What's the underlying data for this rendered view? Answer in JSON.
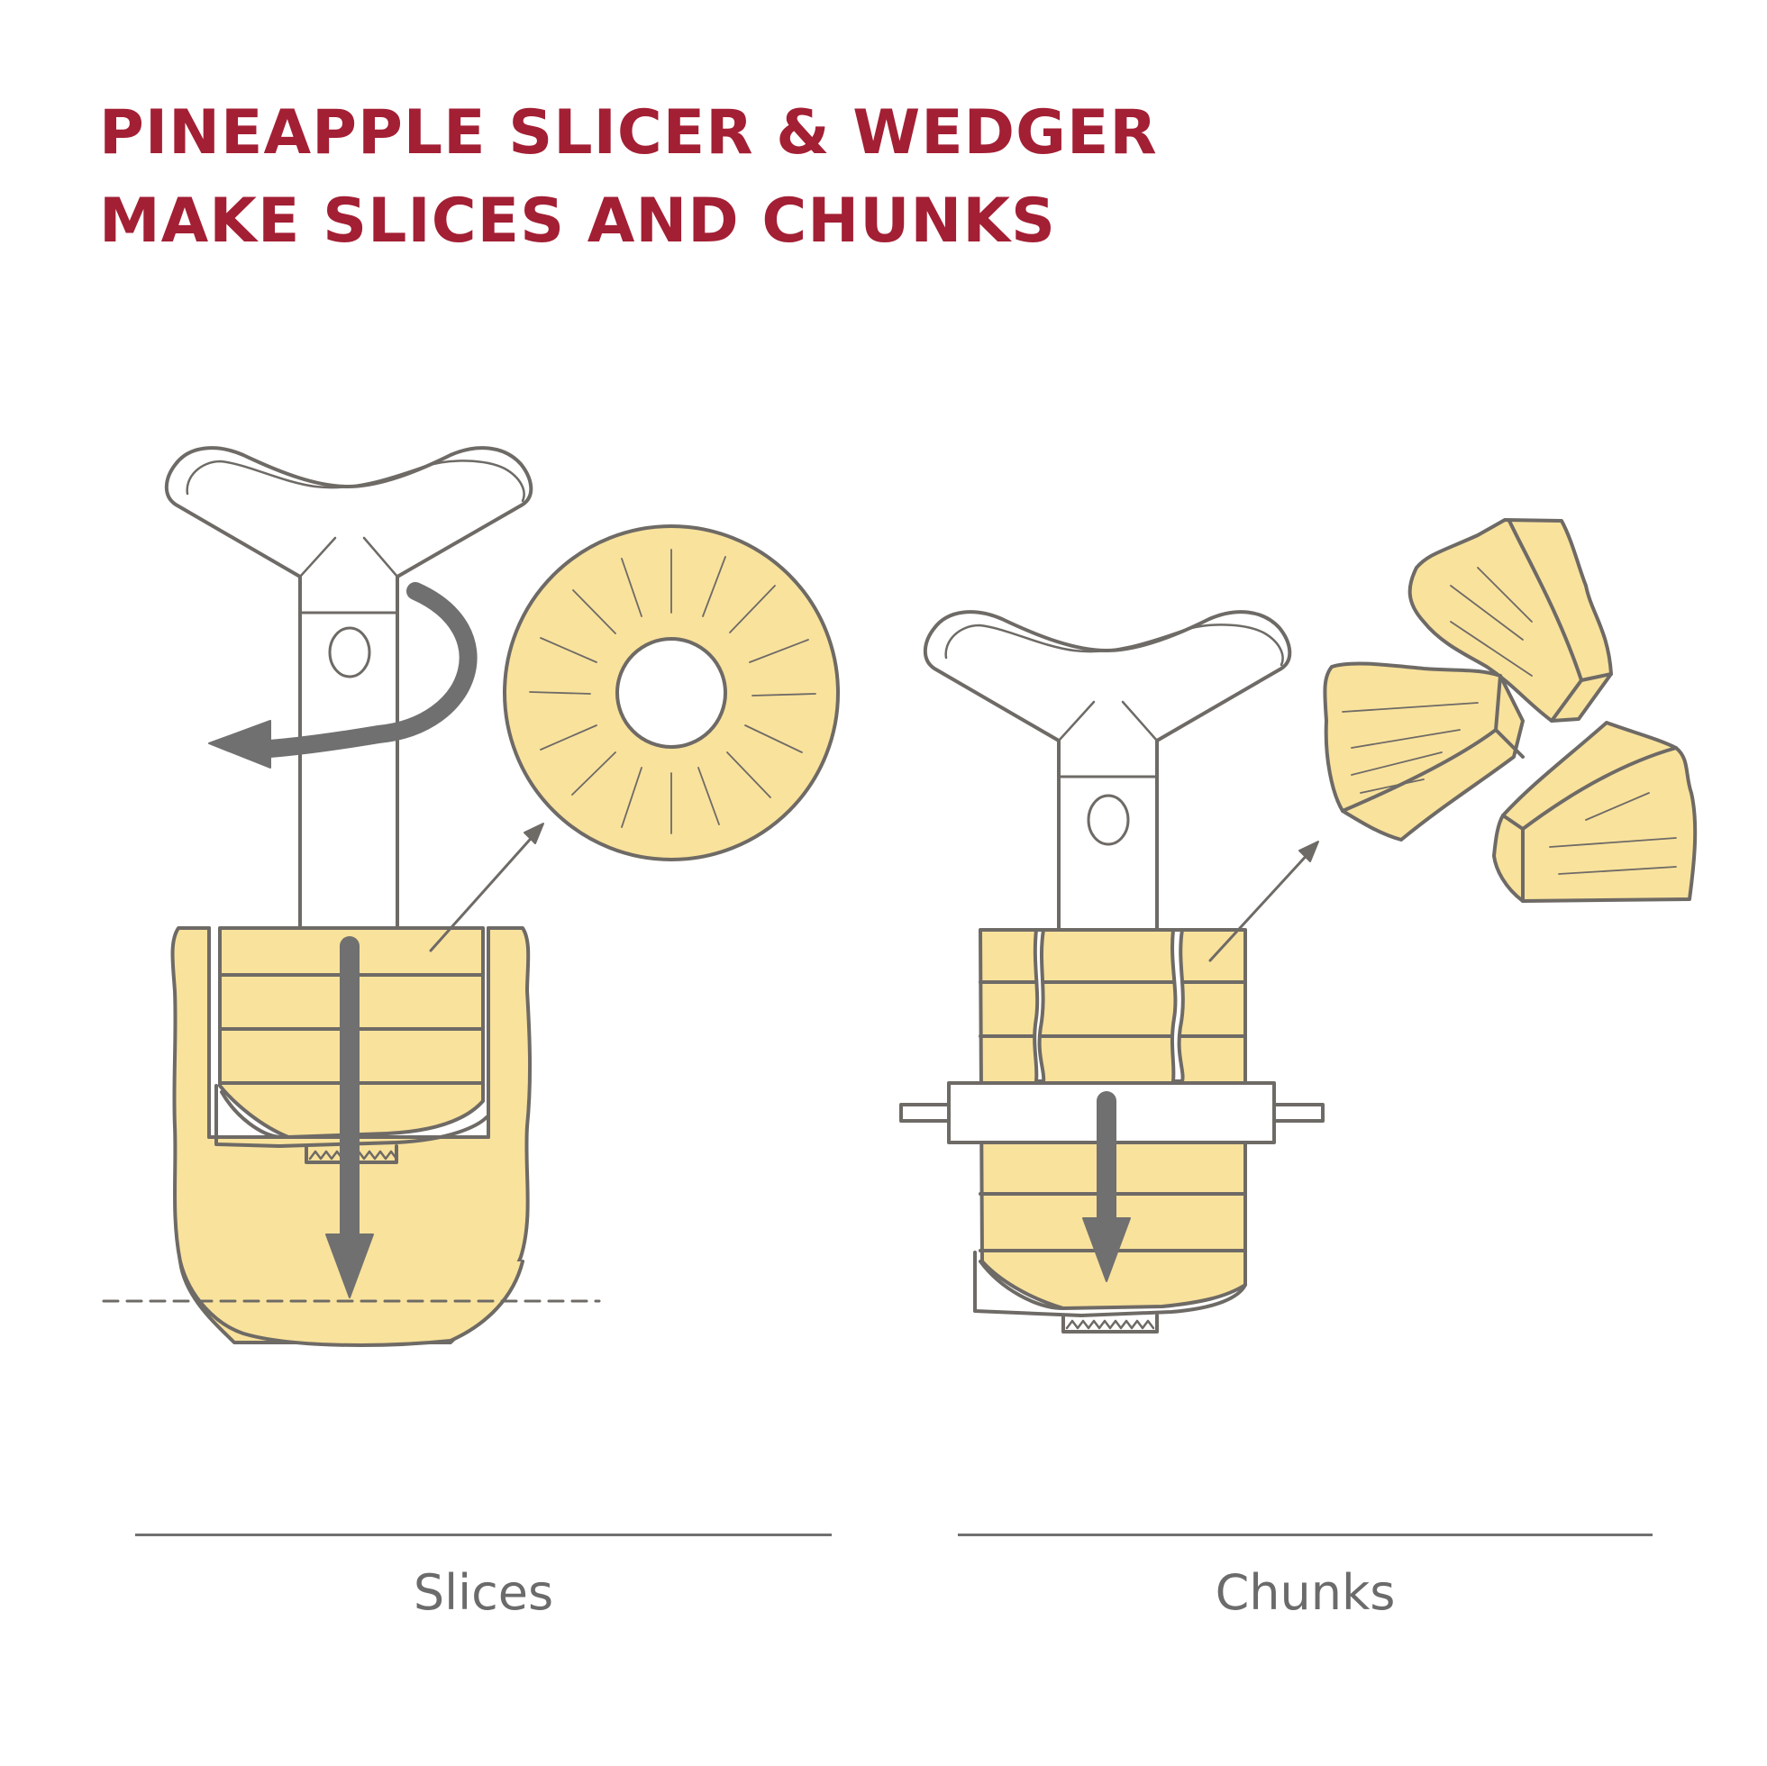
{
  "header": {
    "line1": "PINEAPPLE SLICER & WEDGER",
    "line2": "MAKE SLICES AND CHUNKS"
  },
  "panels": [
    {
      "label": "Slices"
    },
    {
      "label": "Chunks"
    }
  ],
  "colors": {
    "title": "#a31f34",
    "label": "#6b6b6b",
    "outline": "#6e6a66",
    "fruit": "#f9e29c",
    "arrow": "#707070",
    "rule": "#707070"
  },
  "icons": [
    "slicer-tool-icon",
    "pineapple-ring-icon",
    "pineapple-chunk-icon",
    "rotate-arrow-icon",
    "down-arrow-icon"
  ]
}
